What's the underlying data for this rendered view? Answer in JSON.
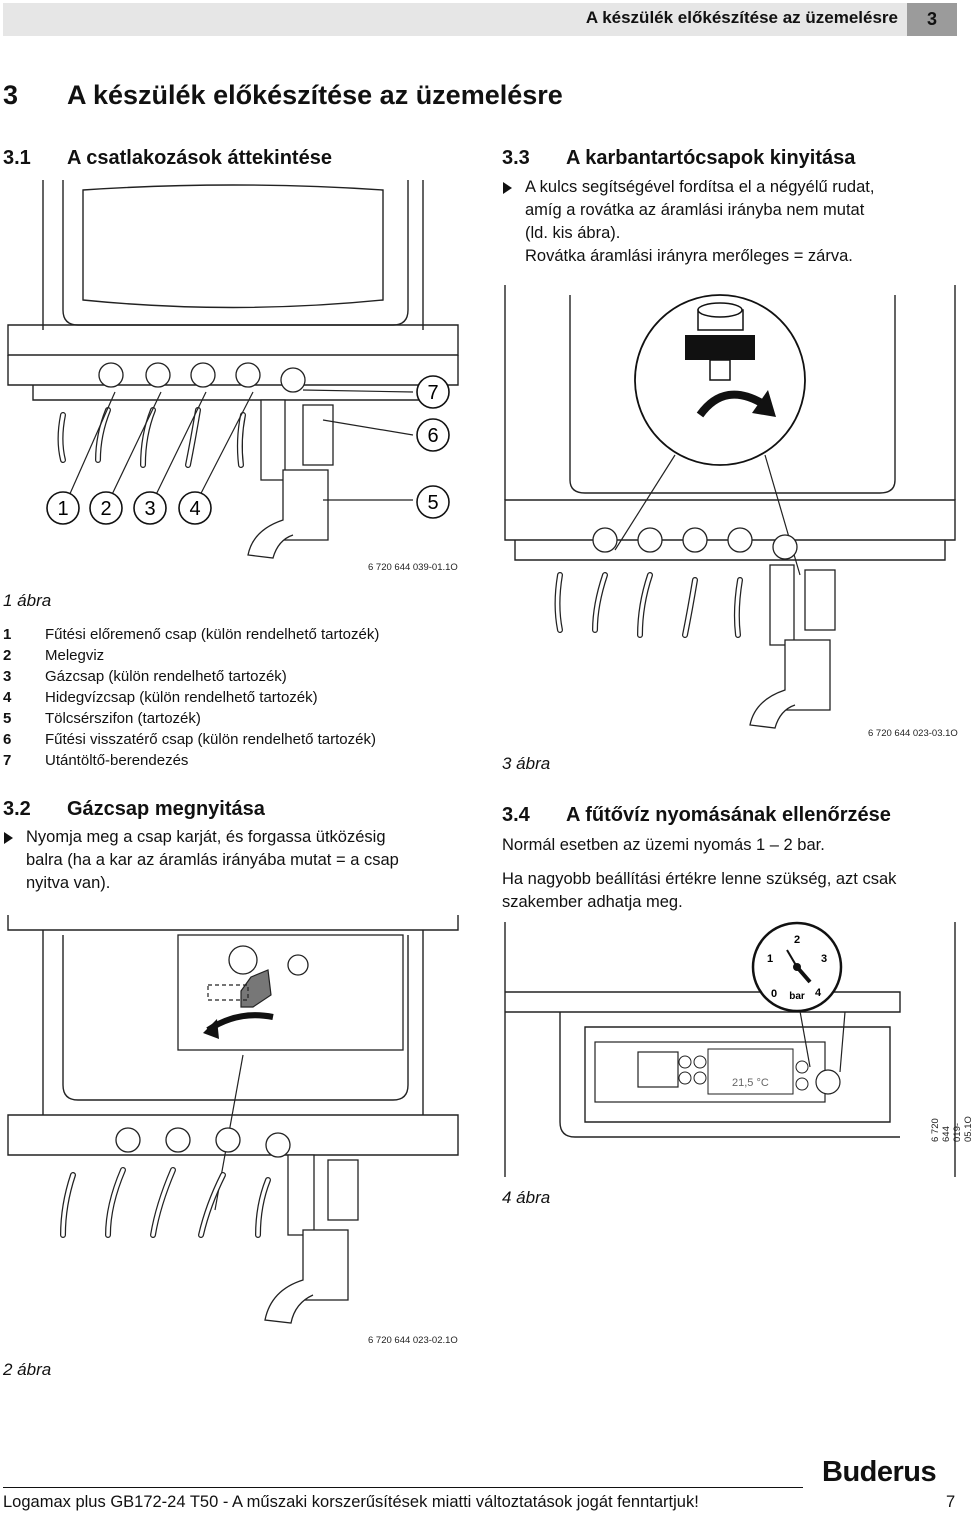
{
  "header": {
    "title": "A készülék előkészítése az üzemelésre",
    "chapter": "3"
  },
  "chapter": {
    "number": "3",
    "title": "A készülék előkészítése az üzemelésre"
  },
  "sec31": {
    "number": "3.1",
    "title": "A csatlakozások áttekintése"
  },
  "fig1": {
    "caption": "1 ábra",
    "code": "6 720 644 039-01.1O",
    "callouts": [
      "1",
      "2",
      "3",
      "4",
      "5",
      "6",
      "7"
    ]
  },
  "legend": [
    {
      "key": "1",
      "text": "Fűtési előremenő csap (külön rendelhető tartozék)"
    },
    {
      "key": "2",
      "text": "Melegviz"
    },
    {
      "key": "3",
      "text": "Gázcsap (külön rendelhető tartozék)"
    },
    {
      "key": "4",
      "text": "Hidegvízcsap (külön rendelhető tartozék)"
    },
    {
      "key": "5",
      "text": "Tölcsérszifon (tartozék)"
    },
    {
      "key": "6",
      "text": "Fűtési visszatérő csap (külön rendelhető tartozék)"
    },
    {
      "key": "7",
      "text": "Utántöltő-berendezés"
    }
  ],
  "sec32": {
    "number": "3.2",
    "title": "Gázcsap megnyitása",
    "bullet": [
      "Nyomja meg a csap karját, és forgassa ütközésig",
      "balra (ha a kar az áramlás irányába mutat = a csap",
      "nyitva van)."
    ]
  },
  "fig2": {
    "caption": "2 ábra",
    "code": "6 720 644 023-02.1O"
  },
  "sec33": {
    "number": "3.3",
    "title": "A karbantartócsapok kinyitása",
    "bullet": [
      "A kulcs segítségével fordítsa el a négyélű rudat,",
      "amíg a rovátka az áramlási irányba nem mutat",
      "(ld. kis ábra).",
      "Rovátka áramlási irányra merőleges = zárva."
    ]
  },
  "fig3": {
    "caption": "3 ábra",
    "code": "6 720 644 023-03.1O"
  },
  "sec34": {
    "number": "3.4",
    "title": "A fűtővíz nyomásának ellenőrzése",
    "p1": "Normál esetben az üzemi nyomás 1 – 2 bar.",
    "p2a": "Ha nagyobb beállítási értékre lenne szükség, azt csak",
    "p2b": "szakember adhatja meg."
  },
  "fig4": {
    "caption": "4 ábra",
    "code": "6 720 644 019-05.1O",
    "gauge_labels": [
      "0",
      "1",
      "2",
      "3",
      "4"
    ],
    "gauge_unit": "bar",
    "display_value": "21,5 °C"
  },
  "footer": {
    "text": "Logamax plus GB172-24 T50 - A műszaki korszerűsítések miatti változtatások jogát fenntartjuk!",
    "page": "7",
    "brand": "Buderus"
  }
}
